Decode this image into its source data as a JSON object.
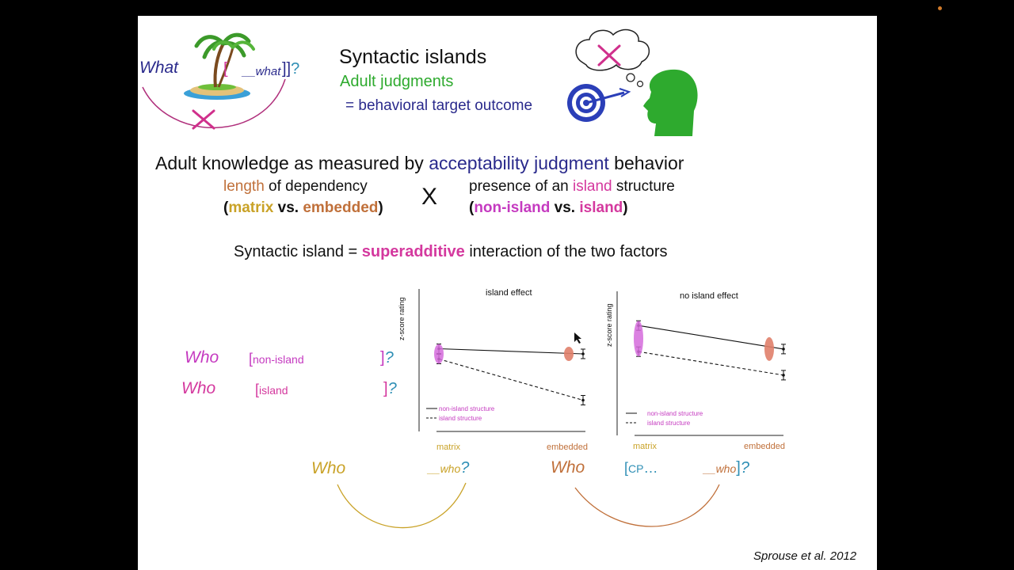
{
  "header": {
    "title": "Syntactic islands",
    "subtitle": "Adult judgments",
    "outcome": "= behavioral target outcome"
  },
  "island_example": {
    "what": "What",
    "open_bracket": "[",
    "gap": "__what",
    "close": "]]",
    "qmark": "?"
  },
  "main": {
    "line_start": "Adult knowledge as measured by ",
    "line_highlight": "acceptability judgment",
    "line_end": " behavior",
    "factor1": {
      "word": "length",
      "rest": " of dependency",
      "paren_open": "(",
      "a": "matrix",
      "vs": " vs. ",
      "b": "embedded",
      "paren_close": ")"
    },
    "cross": "X",
    "factor2": {
      "pre": "presence of an ",
      "word": "island",
      "post": " structure",
      "paren_open": "(",
      "a": "non-island",
      "vs": " vs. ",
      "b": "island",
      "paren_close": ")"
    },
    "def_start": "Syntactic island = ",
    "def_highlight": "superadditive",
    "def_end": " interaction of the two factors"
  },
  "examples": {
    "row1": {
      "who": "Who",
      "bracket": "[",
      "label": "non-island",
      "close": "]",
      "q": "?"
    },
    "row2": {
      "who": "Who",
      "bracket": "[",
      "label": "island",
      "close": "]",
      "q": "?"
    }
  },
  "bottom": {
    "matrix_who": "Who",
    "matrix_gap": "__who",
    "matrix_q": "?",
    "emb_who": "Who",
    "emb_bracket": "[",
    "emb_cp": "CP",
    "emb_dots": "…",
    "emb_gap": "__who",
    "emb_close": "]",
    "emb_q": "?"
  },
  "citation": "Sprouse et al. 2012",
  "colors": {
    "navy": "#2a2a8c",
    "green": "#2eaa2e",
    "magenta": "#c53ac0",
    "brown": "#c0703a",
    "gold": "#c9a227",
    "teal": "#2f8fb5"
  },
  "chart_data": [
    {
      "type": "line",
      "title": "island effect",
      "ylabel": "z-score rating",
      "categories": [
        "matrix",
        "embedded"
      ],
      "ylim": [
        -1,
        1
      ],
      "series": [
        {
          "name": "non-island structure",
          "style": "solid",
          "values": [
            0.3,
            0.2
          ]
        },
        {
          "name": "island structure",
          "style": "dashed",
          "values": [
            0.1,
            -0.7
          ]
        }
      ],
      "legend": "bottom-left"
    },
    {
      "type": "line",
      "title": "no island effect",
      "ylabel": "z-score rating",
      "categories": [
        "matrix",
        "embedded"
      ],
      "ylim": [
        -1,
        1
      ],
      "series": [
        {
          "name": "non-island structure",
          "style": "solid",
          "values": [
            0.8,
            0.35
          ]
        },
        {
          "name": "island structure",
          "style": "dashed",
          "values": [
            0.3,
            -0.15
          ]
        }
      ],
      "legend": "bottom-left"
    }
  ]
}
